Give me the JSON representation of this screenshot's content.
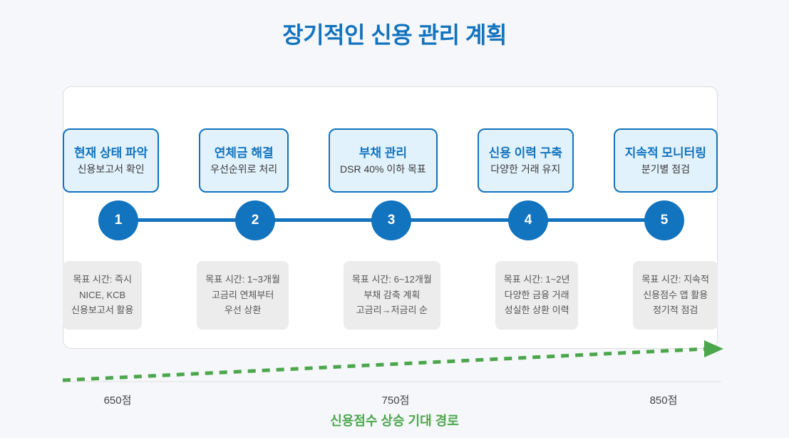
{
  "title": "장기적인 신용 관리 계획",
  "theme": {
    "accent_blue": "#1273be",
    "card_fill": "#e2f2fc",
    "detail_fill": "#ececec",
    "growth_green": "#4ca64c",
    "page_bg": "#f5f7fa"
  },
  "steps": [
    {
      "number": "1",
      "title": "현재 상태 파악",
      "subtitle": "신용보고서 확인",
      "detail_time": "목표 시간: 즉시",
      "detail_lines": [
        "NICE, KCB",
        "신용보고서 활용"
      ]
    },
    {
      "number": "2",
      "title": "연체금 해결",
      "subtitle": "우선순위로 처리",
      "detail_time": "목표 시간: 1~3개월",
      "detail_lines": [
        "고금리 연체부터",
        "우선 상환"
      ]
    },
    {
      "number": "3",
      "title": "부채 관리",
      "subtitle": "DSR 40% 이하 목표",
      "detail_time": "목표 시간: 6~12개월",
      "detail_lines": [
        "부채 감축 계획",
        "고금리→저금리 순"
      ]
    },
    {
      "number": "4",
      "title": "신용 이력 구축",
      "subtitle": "다양한 거래 유지",
      "detail_time": "목표 시간: 1~2년",
      "detail_lines": [
        "다양한 금융 거래",
        "성실한 상환 이력"
      ]
    },
    {
      "number": "5",
      "title": "지속적 모니터링",
      "subtitle": "분기별 점검",
      "detail_time": "목표 시간: 지속적",
      "detail_lines": [
        "신용점수 앱 활용",
        "정기적 점검"
      ]
    }
  ],
  "score_scale": {
    "labels": [
      "650점",
      "750점",
      "850점"
    ],
    "caption": "신용점수 상승 기대 경로"
  }
}
